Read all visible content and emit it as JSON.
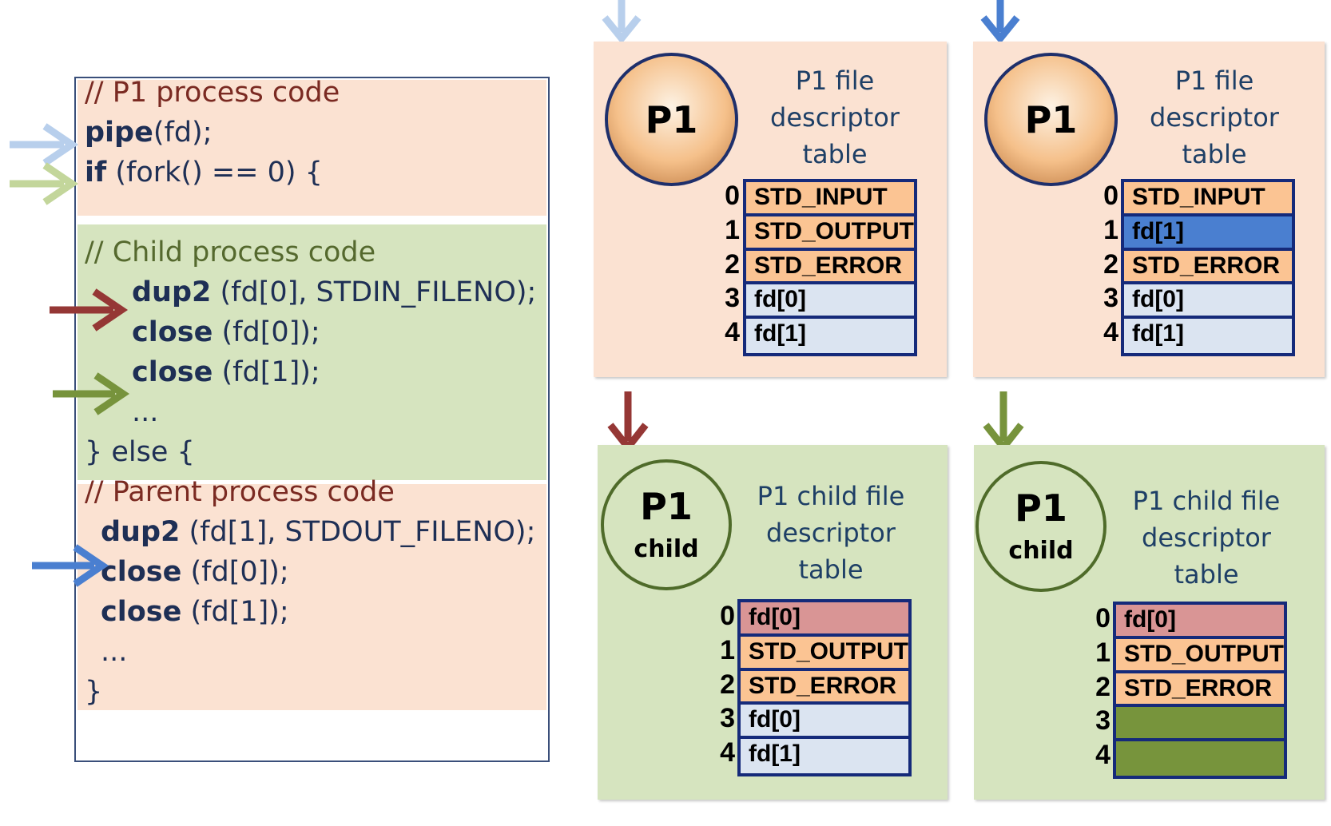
{
  "code": {
    "lines": [
      {
        "text": "// P1 process code"
      },
      {
        "kw": "pipe",
        "rest": "(fd);"
      },
      {
        "kw": "if",
        "rest": " (fork() == 0) {"
      },
      {
        "text": "// Child process code"
      },
      {
        "kw": "dup2",
        "rest": " (fd[0], STDIN_FILENO);"
      },
      {
        "kw": "close",
        "rest": " (fd[0]);"
      },
      {
        "kw": "close",
        "rest": " (fd[1]);"
      },
      {
        "text": "..."
      },
      {
        "text": "} else {"
      },
      {
        "text": "// Parent process code"
      },
      {
        "kw": "dup2",
        "rest": " (fd[1], STDOUT_FILENO);"
      },
      {
        "kw": "close",
        "rest": " (fd[0]);"
      },
      {
        "kw": "close",
        "rest": " (fd[1]);"
      },
      {
        "text": "..."
      },
      {
        "text": "}"
      }
    ]
  },
  "panels": [
    {
      "circle_main": "P1",
      "circle_sub": "",
      "title_lines": [
        "P1 file",
        "descriptor",
        "table"
      ],
      "rows": [
        {
          "index": "0",
          "label": "STD_INPUT",
          "color": "#fbc493"
        },
        {
          "index": "1",
          "label": "STD_OUTPUT",
          "color": "#fbc493"
        },
        {
          "index": "2",
          "label": "STD_ERROR",
          "color": "#fbc493"
        },
        {
          "index": "3",
          "label": "fd[0]",
          "color": "#dbe4f1"
        },
        {
          "index": "4",
          "label": "fd[1]",
          "color": "#dbe4f1"
        }
      ]
    },
    {
      "circle_main": "P1",
      "circle_sub": "",
      "title_lines": [
        "P1 file",
        "descriptor",
        "table"
      ],
      "rows": [
        {
          "index": "0",
          "label": "STD_INPUT",
          "color": "#fbc493"
        },
        {
          "index": "1",
          "label": "fd[1]",
          "color": "#4a7fd0"
        },
        {
          "index": "2",
          "label": "STD_ERROR",
          "color": "#fbc493"
        },
        {
          "index": "3",
          "label": "fd[0]",
          "color": "#dbe4f1"
        },
        {
          "index": "4",
          "label": "fd[1]",
          "color": "#dbe4f1"
        }
      ]
    },
    {
      "circle_main": "P1",
      "circle_sub": "child",
      "title_lines": [
        "P1 child file",
        "descriptor",
        "table"
      ],
      "rows": [
        {
          "index": "0",
          "label": "fd[0]",
          "color": "#d99595"
        },
        {
          "index": "1",
          "label": "STD_OUTPUT",
          "color": "#fbc493"
        },
        {
          "index": "2",
          "label": "STD_ERROR",
          "color": "#fbc493"
        },
        {
          "index": "3",
          "label": "fd[0]",
          "color": "#dbe4f1"
        },
        {
          "index": "4",
          "label": "fd[1]",
          "color": "#dbe4f1"
        }
      ]
    },
    {
      "circle_main": "P1",
      "circle_sub": "child",
      "title_lines": [
        "P1 child file",
        "descriptor",
        "table"
      ],
      "rows": [
        {
          "index": "0",
          "label": "fd[0]",
          "color": "#d99595"
        },
        {
          "index": "1",
          "label": "STD_OUTPUT",
          "color": "#fbc493"
        },
        {
          "index": "2",
          "label": "STD_ERROR",
          "color": "#fbc493"
        },
        {
          "index": "3",
          "label": "",
          "color": "#77943c"
        },
        {
          "index": "4",
          "label": "",
          "color": "#77943c"
        }
      ]
    }
  ],
  "colors": {
    "arrow_light_blue": "#b8cfec",
    "arrow_light_green": "#c3d69b",
    "arrow_dark_red": "#953735",
    "arrow_dark_green": "#77933c",
    "arrow_blue": "#4a7fd0",
    "peach_bg": "#fbe2d2",
    "green_bg": "#d6e4bf"
  }
}
